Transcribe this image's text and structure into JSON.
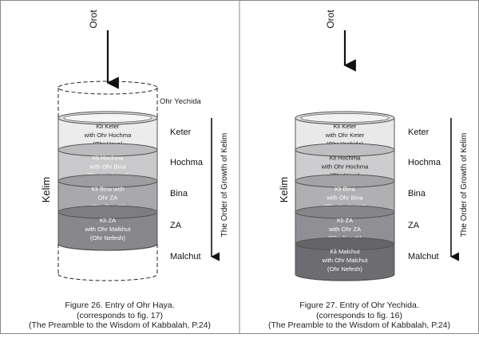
{
  "left": {
    "arrow_label": "Orot",
    "side_label": "Kelim",
    "top_note": "Ohr Yechida",
    "order_label": "The Order of Growth of Kelim",
    "levels": [
      {
        "name": "Keter",
        "text": [
          "Kli Keter",
          "with Ohr Hochma",
          "(Ohr Haya)"
        ]
      },
      {
        "name": "Hochma",
        "text": [
          "Kli Hochma",
          "with Ohr Bina",
          "(Ohr Neshama)"
        ]
      },
      {
        "name": "Bina",
        "text": [
          "Kli Bina with",
          "Ohr ZA",
          "(Ohr Ruach)"
        ]
      },
      {
        "name": "ZA",
        "text": [
          "Kli ZA",
          "with Ohr Malkhut",
          "(Ohr Nefesh)"
        ]
      },
      {
        "name": "Malchut",
        "text": []
      }
    ],
    "caption": [
      "Figure 26. Entry of Ohr Haya.",
      "(corresponds to fig. 17)",
      "(The Preamble to the Wisdom of Kabbalah, P.24)"
    ]
  },
  "right": {
    "arrow_label": "Orot",
    "side_label": "Kelim",
    "order_label": "The Order of Growth of Kelim",
    "levels": [
      {
        "name": "Keter",
        "text": [
          "Kli Keter",
          "with Ohr Keter",
          "(Ohr Yechida)"
        ]
      },
      {
        "name": "Hochma",
        "text": [
          "Kli Hochma",
          "with Ohr Hochma",
          "(Ohr Haya)"
        ]
      },
      {
        "name": "Bina",
        "text": [
          "Kli Bina",
          "with Ohr Bina",
          "(Ohr Neshama)"
        ]
      },
      {
        "name": "ZA",
        "text": [
          "Kli ZA",
          "with Ohr ZA",
          "(Ohr Ruach)"
        ]
      },
      {
        "name": "Malchut",
        "text": [
          "Kli Malchut",
          "with Ohr Malchut",
          "(Ohr Nefesh)"
        ]
      }
    ],
    "caption": [
      "Figure 27. Entry of Ohr Yechida.",
      "(corresponds to fig. 16)",
      "(The Preamble to the Wisdom of Kabbalah, P.24)"
    ]
  },
  "colors": {
    "border": "#555555",
    "left_fills": [
      "#ececec",
      "#c9c9cb",
      "#a9a9ac",
      "#88888c"
    ],
    "left_text": [
      "#222222",
      "#ffffff",
      "#ffffff",
      "#ffffff"
    ],
    "right_fills": [
      "#e9e9ea",
      "#cdcdcf",
      "#b0b0b3",
      "#909094",
      "#6d6d71"
    ],
    "right_text": [
      "#222222",
      "#222222",
      "#ffffff",
      "#ffffff",
      "#ffffff"
    ]
  }
}
